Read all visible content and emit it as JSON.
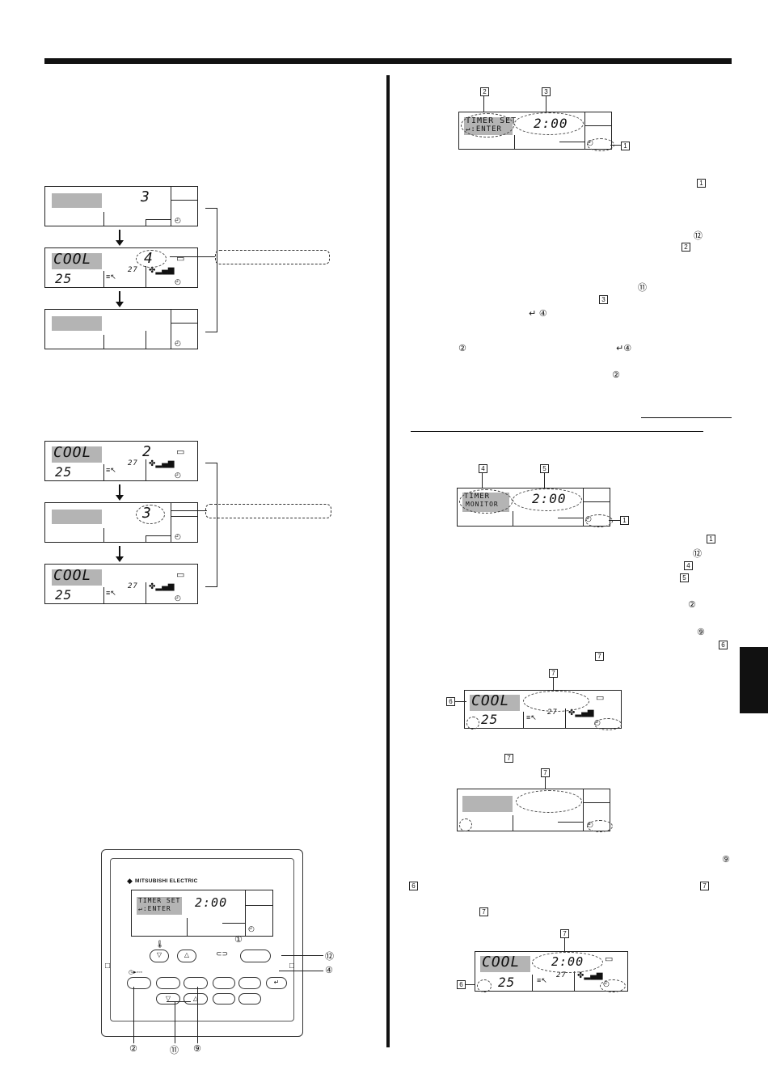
{
  "left": {
    "screen_a1": {
      "digit": "3"
    },
    "screen_a2": {
      "mode": "COOL",
      "temp": "25",
      "digit": "4",
      "room_temp": "27"
    },
    "screen_a3": {},
    "screen_b1": {
      "mode": "COOL",
      "temp": "25",
      "digit": "2",
      "room_temp": "27"
    },
    "screen_b2": {
      "digit": "3"
    },
    "screen_b3": {
      "mode": "COOL",
      "temp": "25",
      "room_temp": "27"
    },
    "remote": {
      "brand": "MITSUBISHI ELECTRIC",
      "screen_line1": "TIMER SET",
      "screen_line2": "↵:ENTER",
      "screen_time": "2:00",
      "enter_symbol": "↵",
      "callouts": {
        "c12": "⑫",
        "c4": "④",
        "c2": "②",
        "c11": "⑪",
        "c9": "⑨",
        "c1": "①"
      }
    }
  },
  "right": {
    "fig1": {
      "label2": "2",
      "label3": "3",
      "label1": "1",
      "line1": "TIMER SET",
      "line2": "↵:ENTER",
      "time": "2:00"
    },
    "step_refs": {
      "r1": "1",
      "r12": "⑫",
      "r2": "2",
      "r11": "⑪",
      "r3": "3",
      "r4": "↵ ④",
      "r5": "②",
      "r6": "↵④",
      "r7": "②"
    },
    "fig2": {
      "label4": "4",
      "label5": "5",
      "label1": "1",
      "line1": "TIMER",
      "line2": "MONITOR",
      "time": "2:00"
    },
    "monitor_refs": {
      "m1": "1",
      "m12": "⑫",
      "m4": "4",
      "m5": "5",
      "m2": "②",
      "m9": "⑨",
      "m6": "6",
      "m7": "7"
    },
    "fig3": {
      "label7": "7",
      "label6": "6",
      "mode": "COOL",
      "temp": "25",
      "room_temp": "27"
    },
    "fig4_ref": "7",
    "fig4": {
      "label7": "7"
    },
    "bottom_refs": {
      "b9": "⑨",
      "b6": "6",
      "b7": "7",
      "b7b": "7"
    },
    "fig5": {
      "label7": "7",
      "label6": "6",
      "mode": "COOL",
      "temp": "25",
      "time": "2:00",
      "room_temp": "27"
    }
  }
}
